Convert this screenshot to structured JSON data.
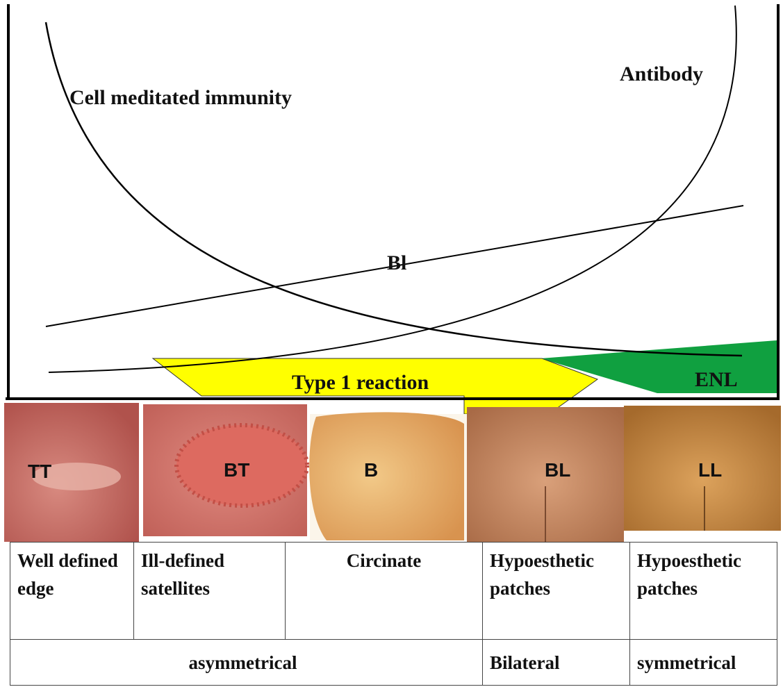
{
  "diagram": {
    "curve_labels": {
      "cmi": "Cell meditated immunity",
      "antibody": "Antibody",
      "bl": "Bl"
    },
    "reactions": {
      "type1": "Type 1 reaction",
      "enl": "ENL"
    },
    "colors": {
      "type1_band": "#ffff00",
      "enl_band": "#10a040"
    }
  },
  "photos": [
    {
      "label": "TT",
      "tone": "#c46a63"
    },
    {
      "label": "BT",
      "tone": "#c9665f"
    },
    {
      "label": "B",
      "tone": "#e3aa63"
    },
    {
      "label": "BL",
      "tone": "#c98656"
    },
    {
      "label": "LL",
      "tone": "#c88a45"
    }
  ],
  "table": {
    "row1": [
      "Well defined edge",
      "Ill-defined satellites",
      "Circinate",
      "Hypoesthetic patches",
      "Hypoesthetic patches"
    ],
    "row2": [
      "asymmetrical",
      "Bilateral",
      "symmetrical"
    ]
  }
}
